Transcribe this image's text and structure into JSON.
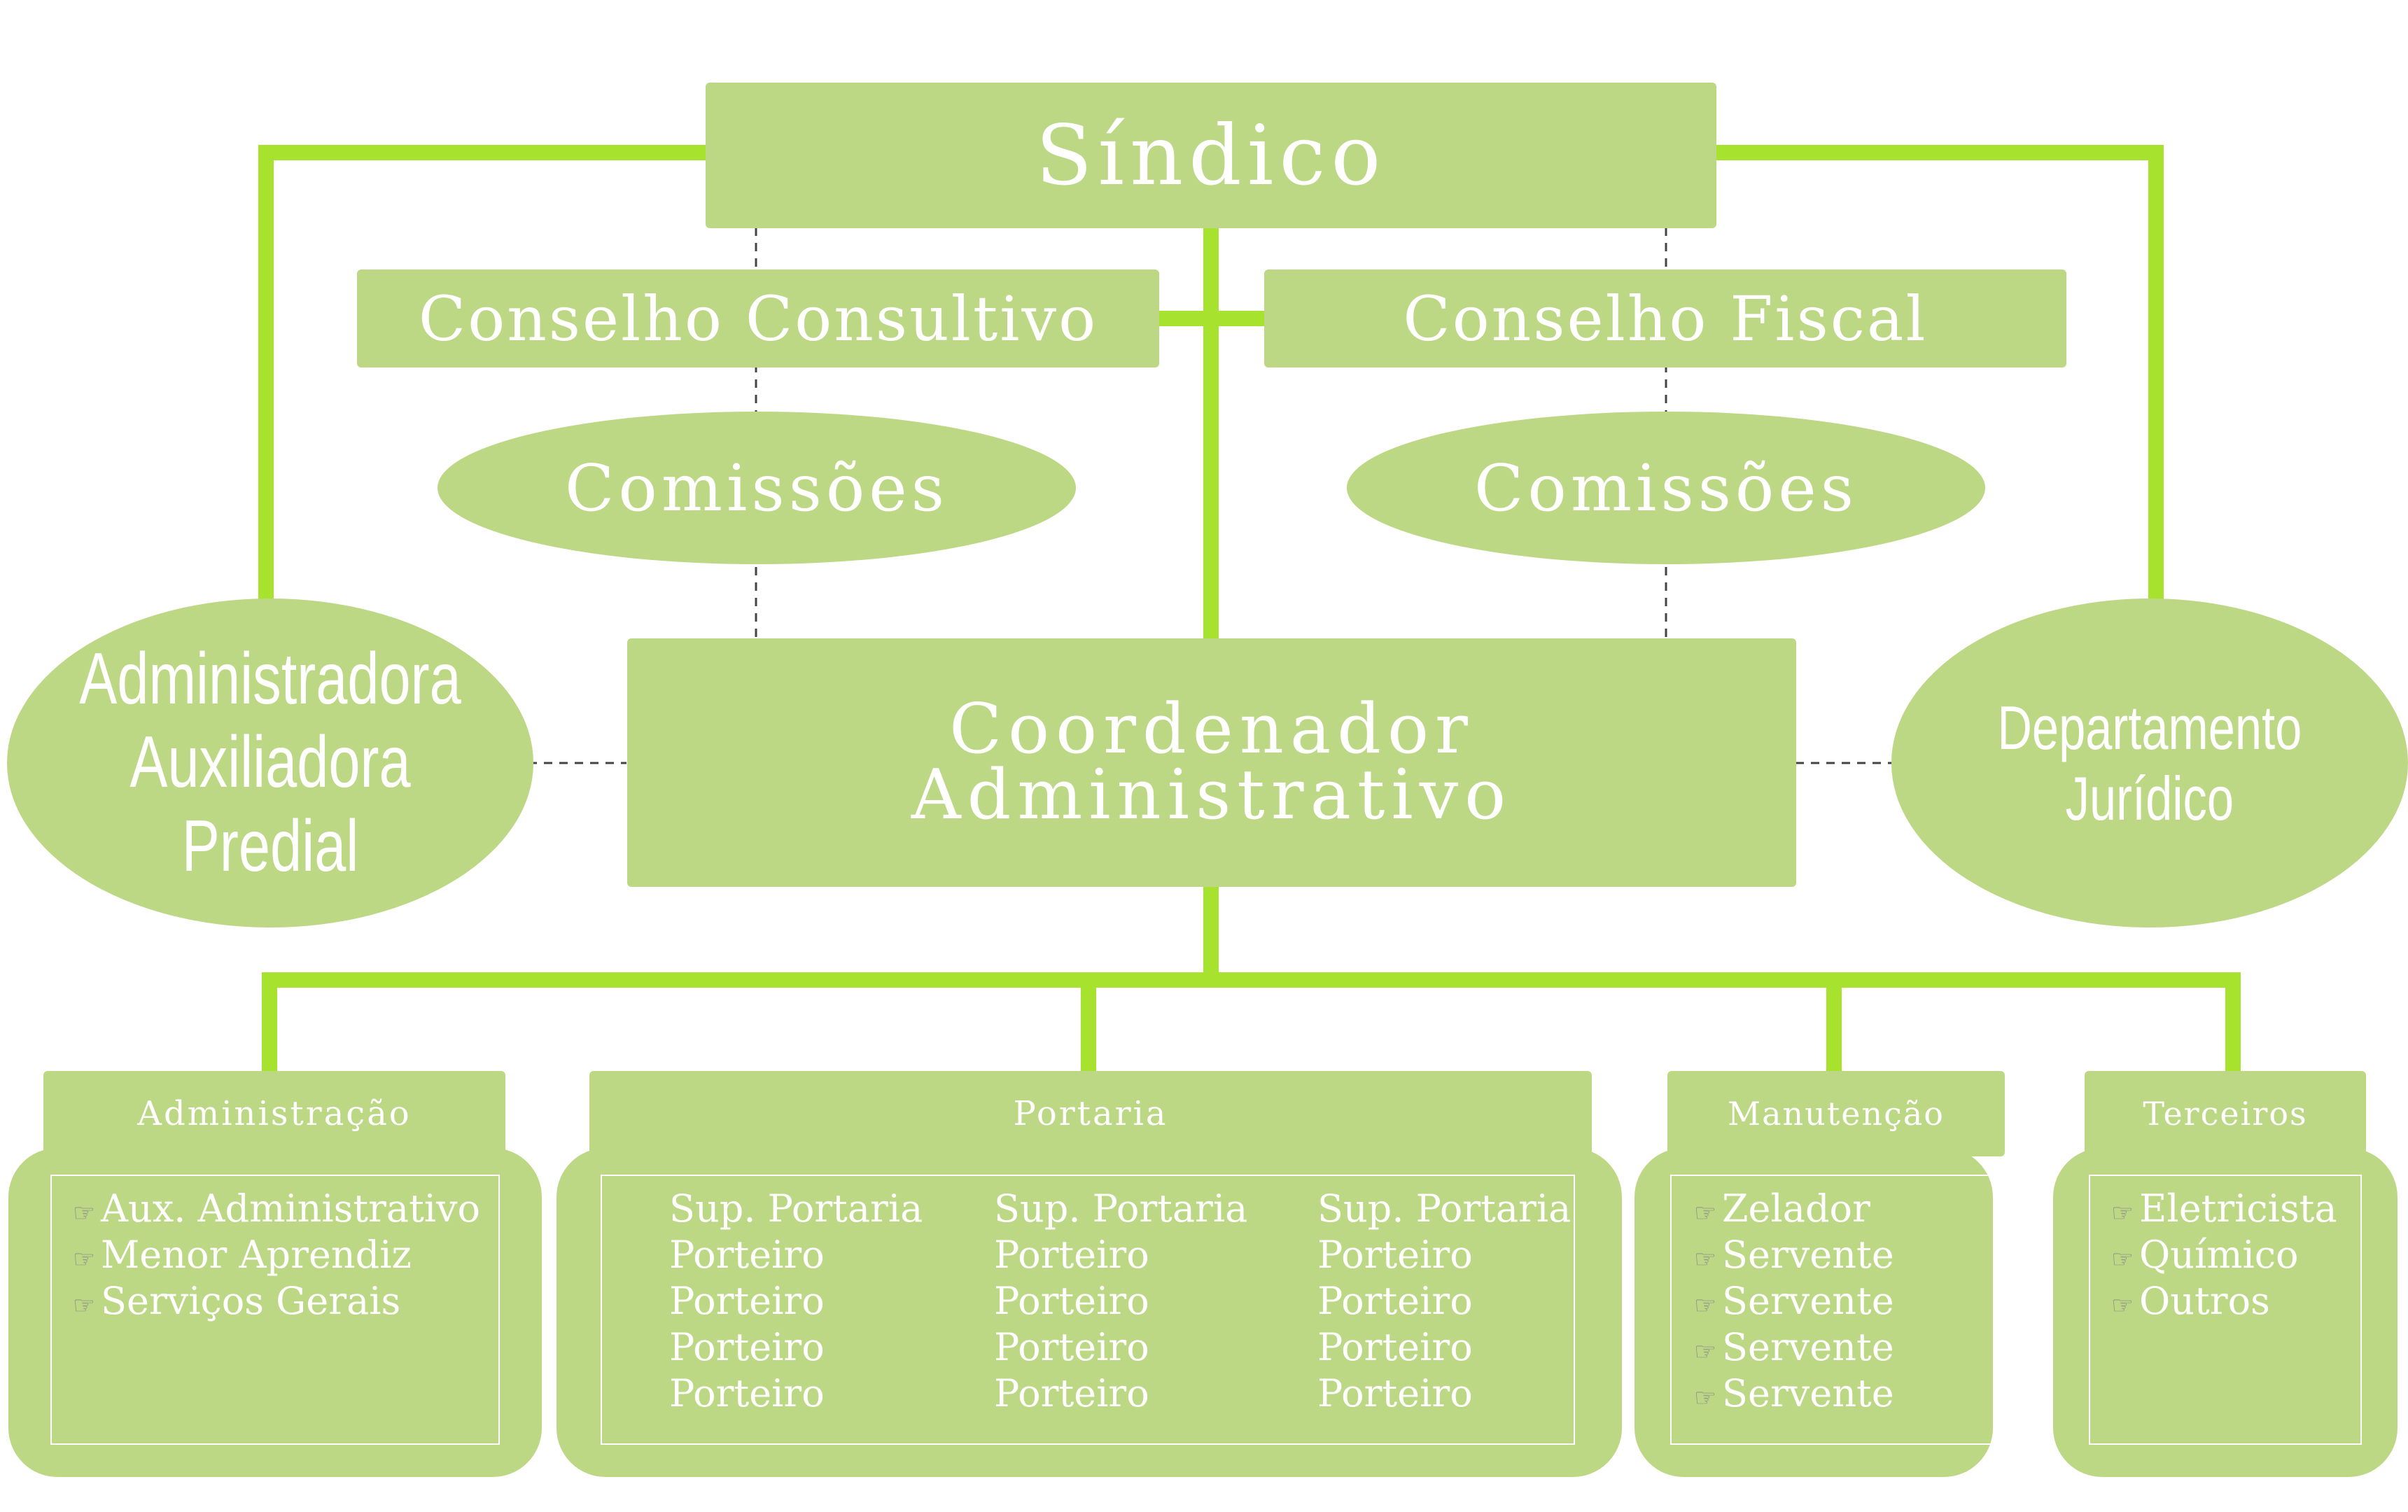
{
  "top": {
    "sindico": "Síndico",
    "conselho_consultivo": "Conselho Consultivo",
    "conselho_fiscal": "Conselho Fiscal",
    "comissoes_left": "Comissões",
    "comissoes_right": "Comissões"
  },
  "middle": {
    "coordenador_line1": "Coordenador",
    "coordenador_line2": "Administrativo",
    "administradora_line1": "Administradora",
    "administradora_line2": "Auxiliadora Predial",
    "juridico_line1": "Departamento",
    "juridico_line2": "Jurídico"
  },
  "bullet_icon": "pointing-hand-icon",
  "departments": {
    "administracao": {
      "title": "Administração",
      "items": [
        "Aux. Administrativo",
        "Menor Aprendiz",
        "Serviços Gerais"
      ]
    },
    "portaria": {
      "title": "Portaria",
      "columns": [
        [
          "Sup. Portaria",
          "Porteiro",
          "Porteiro",
          "Porteiro",
          "Porteiro"
        ],
        [
          "Sup. Portaria",
          "Porteiro",
          "Porteiro",
          "Porteiro",
          "Porteiro"
        ],
        [
          "Sup. Portaria",
          "Porteiro",
          "Porteiro",
          "Porteiro",
          "Porteiro"
        ]
      ]
    },
    "manutencao": {
      "title": "Manutenção",
      "items": [
        "Zelador",
        "Servente",
        "Servente",
        "Servente",
        "Servente"
      ]
    },
    "terceiros": {
      "title": "Terceiros",
      "items": [
        "Eletricista",
        "Químico",
        "Outros"
      ]
    }
  },
  "colors": {
    "node_fill": "#bcd884",
    "connector": "#a6e22e",
    "dashed": "#444444",
    "text": "#ffffff"
  }
}
